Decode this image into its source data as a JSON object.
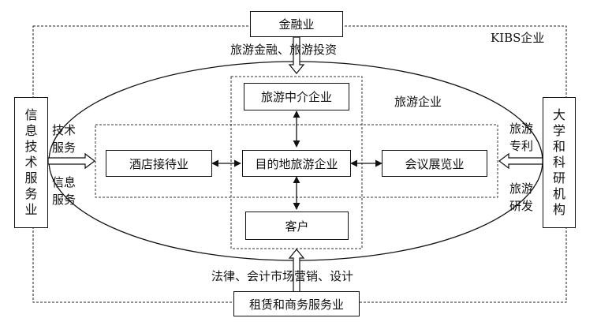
{
  "outer_label": "KIBS企业",
  "ellipse_label": "旅游企业",
  "boxes": {
    "finance": "金融业",
    "rental": "租赁和商务服务业",
    "intermediary": "旅游中介企业",
    "destination": "目的地旅游企业",
    "hotel": "酒店接待业",
    "convention": "会议展览业",
    "customer": "客户",
    "it_services": [
      "信",
      "息",
      "技",
      "术",
      "服",
      "务",
      "业"
    ],
    "university": [
      "大",
      "学",
      "和",
      "科",
      "研",
      "机",
      "构"
    ]
  },
  "flows": {
    "top": "旅游金融、旅游投资",
    "bottom": "法律、会计市场营销、设计",
    "left_top": [
      "技术",
      "服务"
    ],
    "left_bottom": [
      "信息",
      "服务"
    ],
    "right_top": [
      "旅游",
      "专利"
    ],
    "right_bottom": [
      "旅游",
      "研发"
    ]
  }
}
